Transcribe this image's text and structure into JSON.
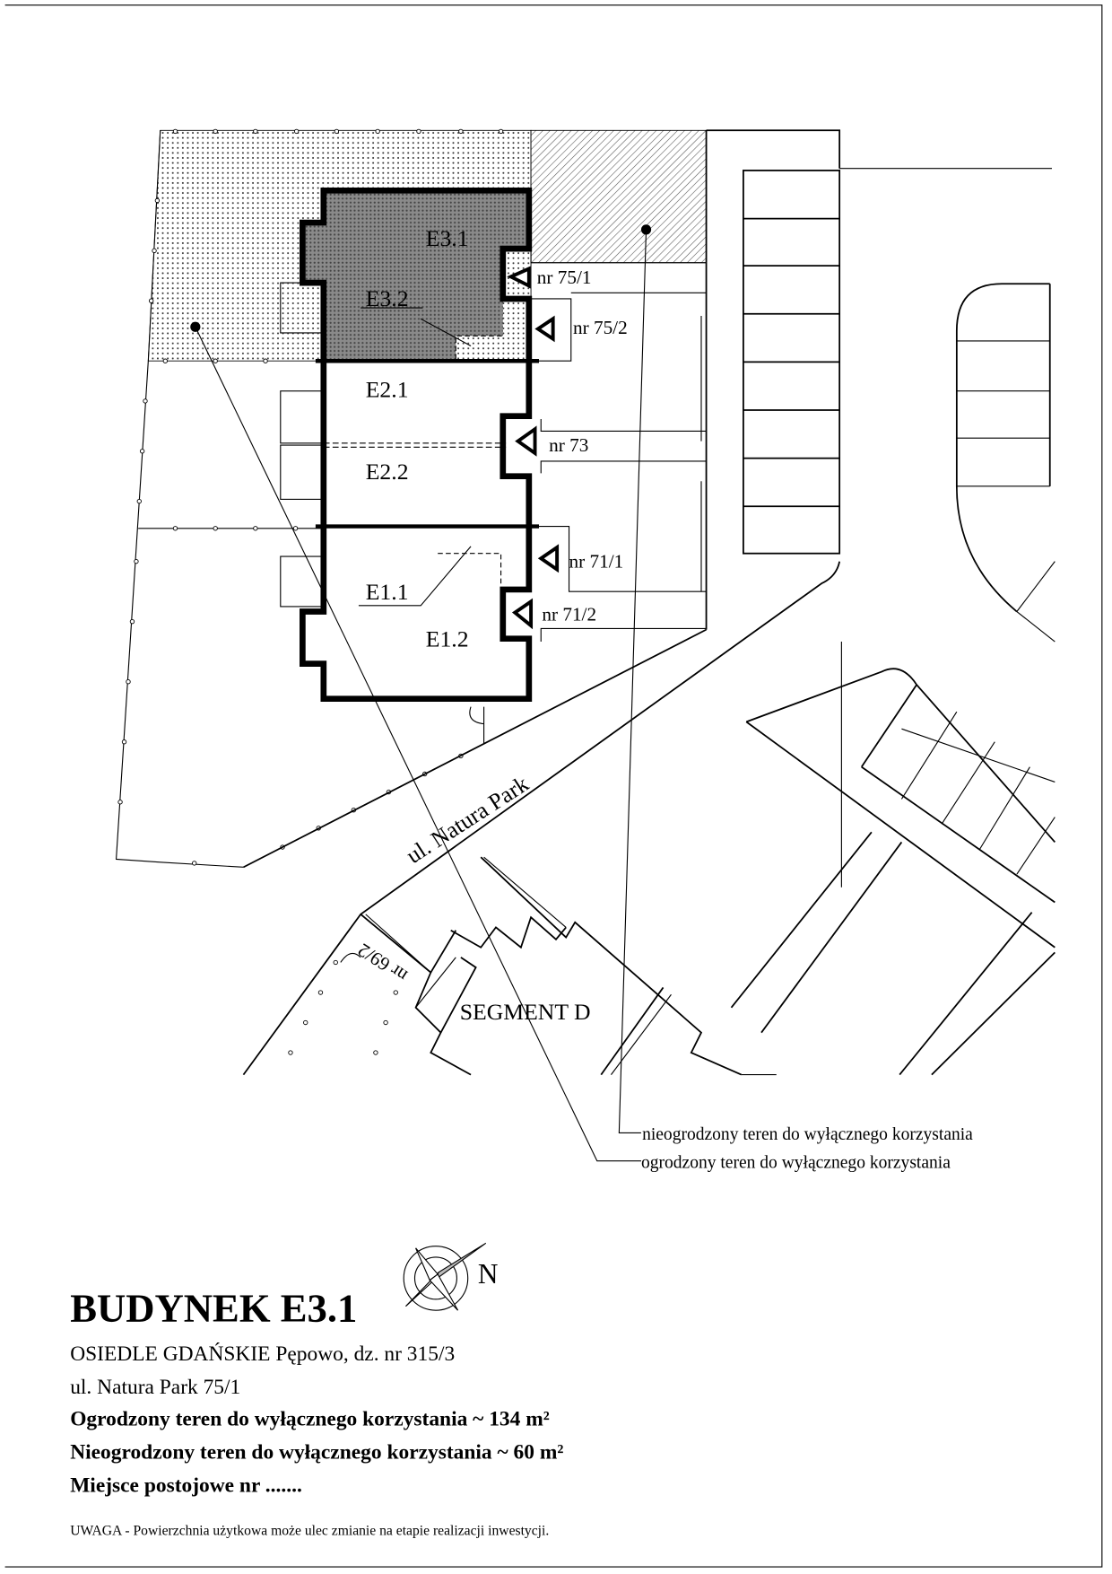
{
  "plan": {
    "units": [
      "E3.1",
      "E3.2",
      "E2.1",
      "E2.2",
      "E1.1",
      "E1.2"
    ],
    "entrances": [
      "nr 75/1",
      "nr 75/2",
      "nr 73",
      "nr 71/1",
      "nr 71/2",
      "nr 69/2"
    ],
    "street": "ul. Natura Park",
    "segment": "SEGMENT D",
    "legend": {
      "unfenced": "nieogrodzony teren do wyłącznego korzystania",
      "fenced": "ogrodzony teren do wyłącznego korzystania"
    },
    "north": "N"
  },
  "info": {
    "title": "BUDYNEK E3.1",
    "location": "OSIEDLE GDAŃSKIE Pępowo, dz. nr 315/3",
    "address": "ul. Natura Park 75/1",
    "fenced_area": "Ogrodzony teren do wyłącznego korzystania ~ 134 m²",
    "unfenced_area": "Nieogrodzony teren do wyłącznego korzystania ~ 60 m²",
    "parking": "Miejsce postojowe nr .......",
    "note": "UWAGA - Powierzchnia użytkowa może ulec zmianie na etapie realizacji inwestycji."
  }
}
